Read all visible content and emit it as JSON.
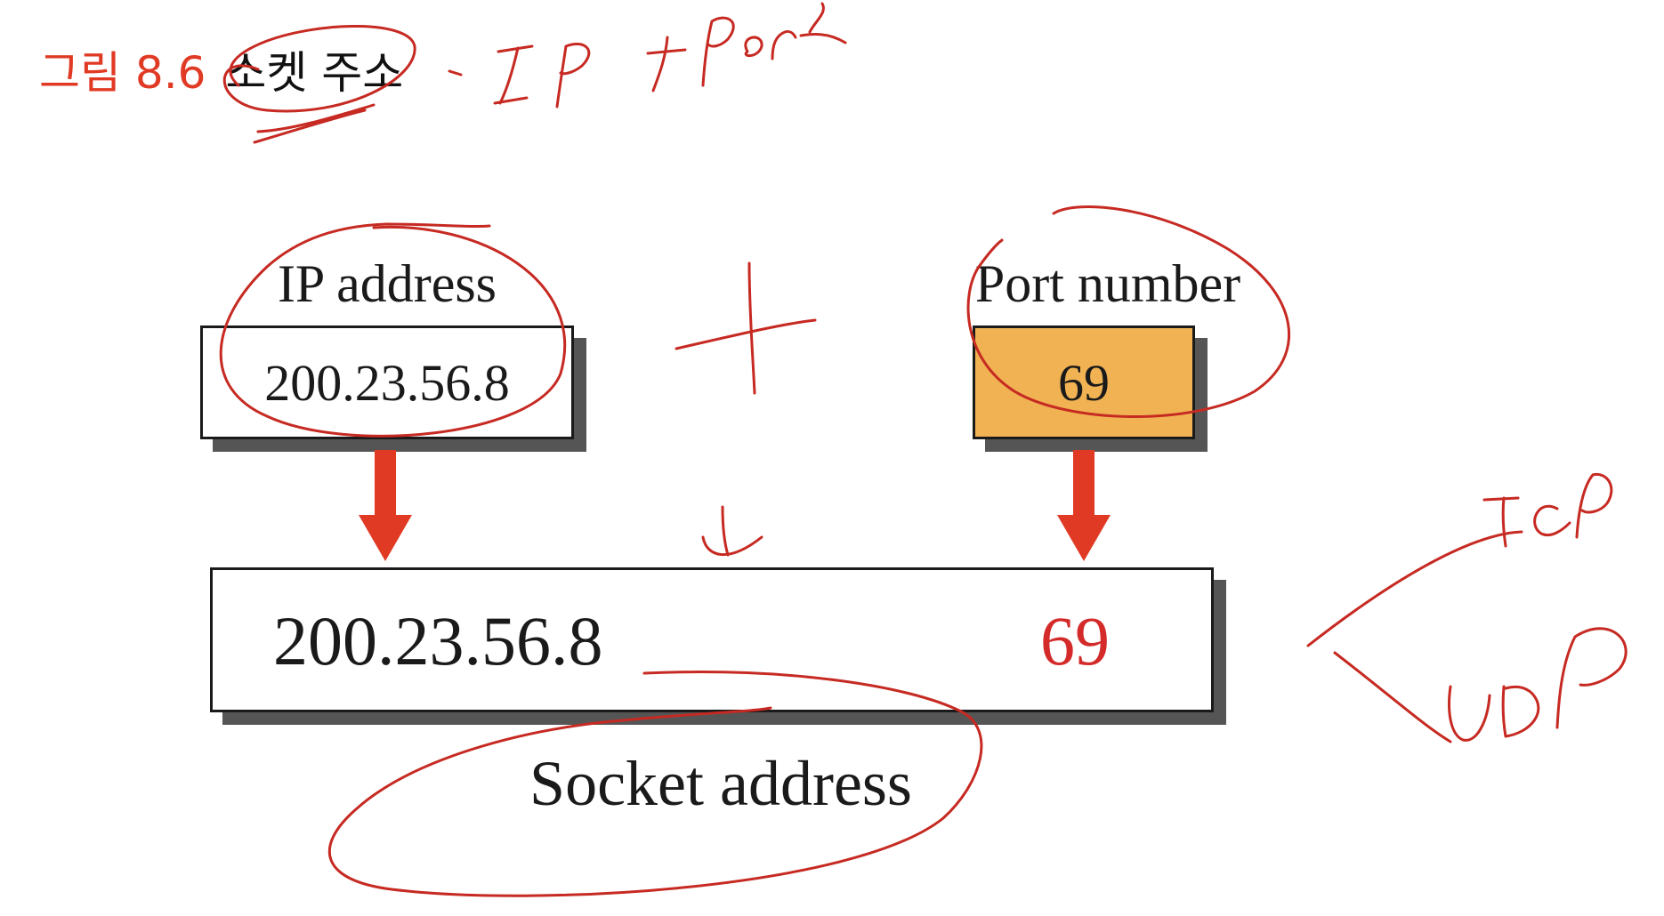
{
  "title": {
    "figure_number": "그림 8.6",
    "figure_name": "소켓 주소"
  },
  "diagram": {
    "ip_label": "IP address",
    "ip_value": "200.23.56.8",
    "port_label": "Port number",
    "port_value": "69",
    "socket_label": "Socket address",
    "socket_ip": "200.23.56.8",
    "socket_port": "69"
  },
  "handwriting": {
    "equation_note": "= IP + Port",
    "protocol_note_top": "TCP",
    "protocol_note_bottom": "UDP"
  },
  "colors": {
    "title_accent": "#e03a24",
    "port_fill": "#f0b252",
    "arrow": "#e03a24",
    "socket_port_text": "#d42a2a",
    "ink": "#c62a22",
    "shadow": "#555555"
  }
}
